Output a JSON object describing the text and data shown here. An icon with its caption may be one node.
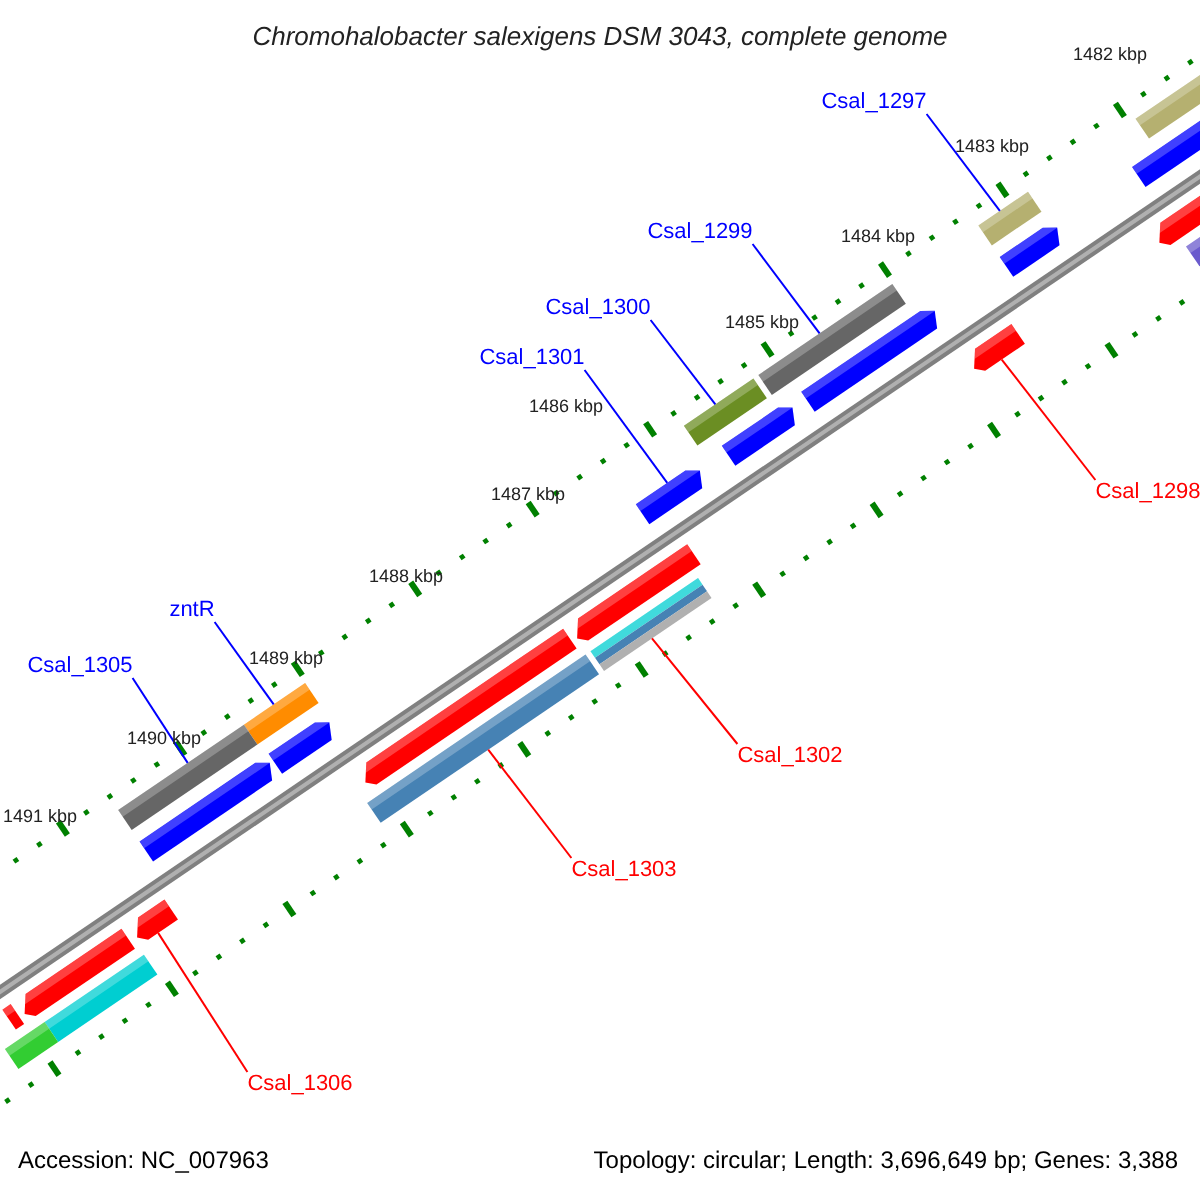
{
  "diagram": {
    "title": "Chromohalobacter salexigens DSM 3043, complete genome",
    "nodes": [
      {
        "text": [
          "Csal_1297"
        ]
      },
      {
        "text": [
          "Csal_1299"
        ]
      },
      {
        "text": [
          "Csal_1300"
        ]
      },
      {
        "text": [
          "Csal_1301"
        ]
      },
      {
        "text": [
          "Csal_1298"
        ]
      },
      {
        "text": [
          "zntR"
        ]
      },
      {
        "text": [
          "Csal_1305"
        ]
      },
      {
        "text": [
          "Csal_1302"
        ]
      },
      {
        "text": [
          "Csal_1303"
        ]
      },
      {
        "text": [
          "Csal_1306"
        ]
      },
      {
        "text": [],
        "shape": "bar"
      },
      {
        "text": [],
        "shape": "bar"
      },
      {
        "text": [],
        "shape": "bar"
      },
      {
        "text": [],
        "shape": "bar"
      },
      {
        "text": [],
        "shape": "bar"
      },
      {
        "text": [],
        "shape": "bar"
      },
      {
        "text": [],
        "shape": "arrow"
      },
      {
        "text": [],
        "shape": "arrow"
      },
      {
        "text": [],
        "shape": "arrow"
      },
      {
        "text": [],
        "shape": "arrow"
      },
      {
        "text": [],
        "shape": "arrow"
      },
      {
        "text": [],
        "shape": "arrow"
      },
      {
        "text": [],
        "shape": "arrow"
      },
      {
        "text": [],
        "shape": "arrow"
      },
      {
        "text": [],
        "shape": "arrow"
      },
      {
        "text": [],
        "shape": "arrow"
      },
      {
        "text": [],
        "shape": "arrow"
      },
      {
        "text": [],
        "shape": "arrow"
      },
      {
        "text": [],
        "shape": "arrow"
      },
      {
        "text": [],
        "shape": "bar"
      },
      {
        "text": [],
        "shape": "bar"
      },
      {
        "text": [],
        "shape": "bar"
      },
      {
        "text": [],
        "shape": "bar"
      },
      {
        "text": [],
        "shape": "bar"
      },
      {
        "text": [],
        "shape": "bar"
      }
    ],
    "edges": [
      {
        "from": 0,
        "to": 11,
        "arrow": "none"
      },
      {
        "from": 1,
        "to": 12,
        "arrow": "none"
      },
      {
        "from": 2,
        "to": 13,
        "arrow": "none"
      },
      {
        "from": 3,
        "to": 20,
        "arrow": "none"
      },
      {
        "from": 4,
        "to": 24,
        "arrow": "none",
        "color": "#ff0000"
      },
      {
        "from": 5,
        "to": 14,
        "arrow": "none"
      },
      {
        "from": 6,
        "to": 15,
        "arrow": "none"
      },
      {
        "from": 7,
        "to": 31,
        "arrow": "none",
        "color": "#ff0000"
      },
      {
        "from": 8,
        "to": 32,
        "arrow": "none",
        "color": "#ff0000"
      },
      {
        "from": 9,
        "to": 27,
        "arrow": "none",
        "color": "#ff0000"
      }
    ],
    "labels": [
      "1482 kbp",
      "1483 kbp",
      "1484 kbp",
      "1485 kbp",
      "1486 kbp",
      "1487 kbp",
      "1488 kbp",
      "1489 kbp",
      "1490 kbp",
      "1491 kbp",
      "Accession: NC_007963",
      "Topology: circular; Length: 3,696,649 bp; Genes: 3,388"
    ]
  }
}
